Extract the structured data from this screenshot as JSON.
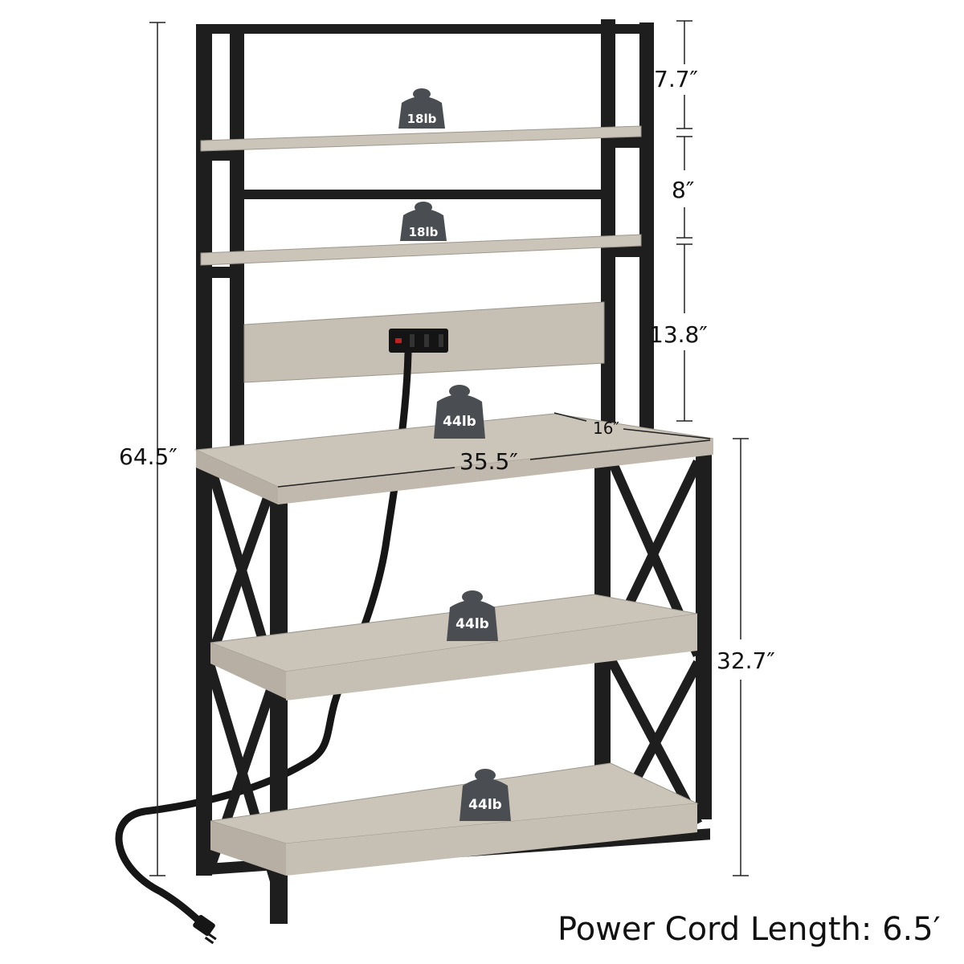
{
  "dimensions": {
    "total_height": "64.5″",
    "shelf_gap_1": "7.7″",
    "shelf_gap_2": "8″",
    "shelf_gap_3": "13.8″",
    "depth": "16″",
    "width": "35.5″",
    "lower_height": "32.7″"
  },
  "weights": {
    "top_shelf": "18lb",
    "second_shelf": "18lb",
    "desktop": "44lb",
    "middle_shelf": "44lb",
    "bottom_shelf": "44lb"
  },
  "power_cord_label": "Power Cord Length: 6.5′",
  "colors": {
    "frame": "#1e1e1e",
    "wood": "#cbc4b9",
    "wood_edge": "#b7afa3",
    "weight": "#4a4d52"
  }
}
